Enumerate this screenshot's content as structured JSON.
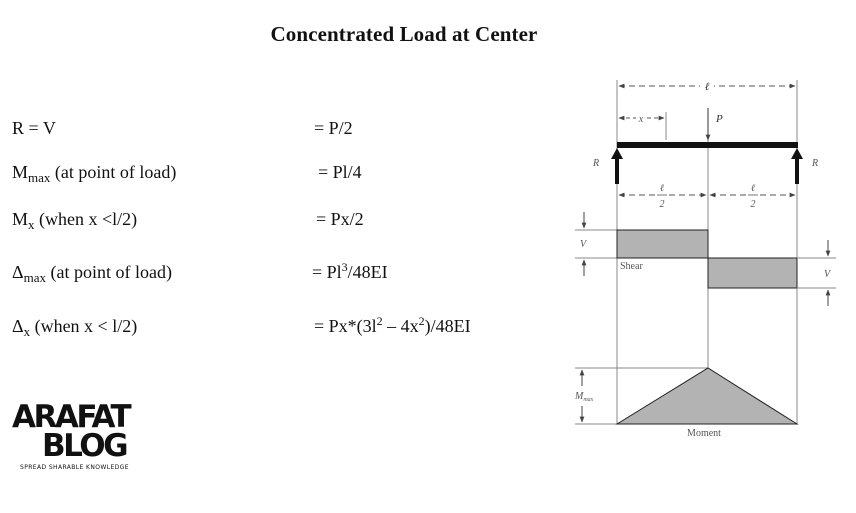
{
  "title": "Concentrated Load at Center",
  "formulas": [
    {
      "lhs_main": "R = V",
      "lhs_sub": "",
      "lhs_rest": "",
      "rhs_main": "= P/2",
      "rhs_sup1": "",
      "rhs_mid": "",
      "rhs_sup2": "",
      "rhs_end": ""
    },
    {
      "lhs_main": "M",
      "lhs_sub": "max",
      "lhs_rest": " (at point of load)",
      "rhs_main": "= Pl/4",
      "rhs_sup1": "",
      "rhs_mid": "",
      "rhs_sup2": "",
      "rhs_end": ""
    },
    {
      "lhs_main": "M",
      "lhs_sub": "x",
      "lhs_rest": " (when x <l/2)",
      "rhs_main": "= Px/2",
      "rhs_sup1": "",
      "rhs_mid": "",
      "rhs_sup2": "",
      "rhs_end": ""
    },
    {
      "lhs_main": "Δ",
      "lhs_sub": "max",
      "lhs_rest": " (at point of load)",
      "rhs_main": "= Pl",
      "rhs_sup1": "3",
      "rhs_mid": "/48EI",
      "rhs_sup2": "",
      "rhs_end": ""
    },
    {
      "lhs_main": "Δ",
      "lhs_sub": "x",
      "lhs_rest": " (when x < l/2)",
      "rhs_main": "= Px*(3l",
      "rhs_sup1": "2",
      "rhs_mid": " – 4x",
      "rhs_sup2": "2",
      "rhs_end": ")/48EI"
    }
  ],
  "logo": {
    "line1": "ARAFAT",
    "line2": "BLOG",
    "tagline": "SPREAD SHARABLE KNOWLEDGE"
  },
  "diagram": {
    "span_label": "ℓ",
    "x_label": "x",
    "load_label": "P",
    "reaction_left": "R",
    "reaction_right": "R",
    "half_num_left": "ℓ",
    "half_den_left": "2",
    "half_num_right": "ℓ",
    "half_den_right": "2",
    "v_left": "V",
    "v_right": "V",
    "shear_label": "Shear",
    "mmax_main": "M",
    "mmax_sub": "max",
    "moment_label": "Moment",
    "fill_color": "#b3b3b3"
  }
}
